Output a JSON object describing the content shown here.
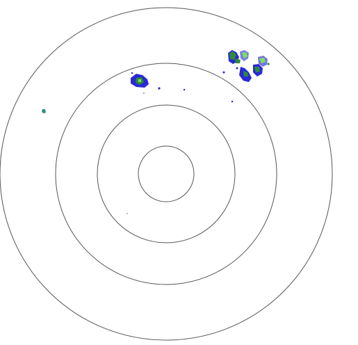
{
  "radar": {
    "ring_count": 4,
    "colors": {
      "background": "#ffffff",
      "ring_stroke": "#555555",
      "echo_low": "#2a2ad6",
      "echo_mid": "#2e8b3a",
      "echo_high": "#7be35a",
      "echo_teal": "#2f8f7f"
    },
    "echo_clusters": [
      {
        "id": "echo-cluster-northeast-a",
        "intensity_levels": [
          "low",
          "mid",
          "high"
        ]
      },
      {
        "id": "echo-cluster-northeast-b",
        "intensity_levels": [
          "low",
          "mid",
          "high"
        ]
      },
      {
        "id": "echo-cluster-north",
        "intensity_levels": [
          "low",
          "mid"
        ]
      },
      {
        "id": "echo-cluster-west",
        "intensity_levels": [
          "teal"
        ]
      },
      {
        "id": "echo-speckles",
        "intensity_levels": [
          "low"
        ]
      }
    ]
  }
}
